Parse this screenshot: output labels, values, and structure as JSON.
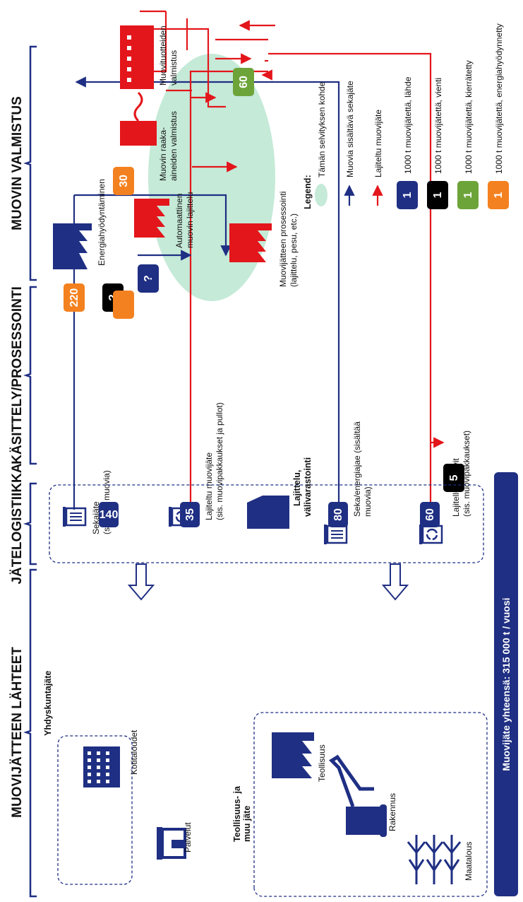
{
  "sections": {
    "lahteet": "MUOVIJÄTTEEN LÄHTEET",
    "logistiikka": "JÄTELOGISTIIKKA",
    "kasittely": "KÄSITTELY/PROSESSOINTI",
    "valmistus": "MUOVIN VALMISTUS"
  },
  "groups": {
    "yhdyskunta": "Yhdyskuntajäte",
    "teollisuus_line1": "Teollisuus- ja",
    "teollisuus_line2": "muu jäte"
  },
  "sources": {
    "kotitaloudet": "Kotitaloudet",
    "palvelut": "Palvelut",
    "teollisuus": "Teollisuus",
    "rakennus": "Rakennus",
    "maatalous": "Maatalous"
  },
  "bins": {
    "sekajate_1": "Sekajäte",
    "sekajate_2": "(sisältää muovia)",
    "lajiteltu_1": "Lajiteltu muovijäte",
    "lajiteltu_2": "(sis. muovipakkaukset ja pullot)",
    "sekaenergia_1": "Seka/energiajae (sisältää",
    "sekaenergia_2": "muovia)",
    "lajitellut_1": "Lajitellut muovit",
    "lajitellut_2": "(sis. muovipakkaukset)"
  },
  "flows": {
    "sekajate": "140",
    "lajiteltu": "35",
    "sekaenergia": "80",
    "lajitellut": "60",
    "energia": "220",
    "vienti_tuntematon": "?",
    "tuntematon_sininen": "?",
    "vienti": "5",
    "energia_prosessi": "30",
    "kierratetty": "60"
  },
  "logistics": {
    "line1": "Lajittelu,",
    "line2": "välivarastointi"
  },
  "processing": {
    "energia": "Energiahyödyntäminen",
    "auto_1": "Automaattinen",
    "auto_2": "muovin lajittelu",
    "prosessointi_1": "Muovijätteen prosessointi",
    "prosessointi_2": "(lajittelu, pesu, etc.)"
  },
  "manufacturing": {
    "raaka_1": "Muovin raaka-",
    "raaka_2": "aineiden valmistus",
    "tuotteet_1": "Muovituotteiden",
    "tuotteet_2": "valmistus"
  },
  "legend": {
    "title": "Legend:",
    "scope": "Tämän selvityksen kohde",
    "blue_arrow": "Muovia sisältävä sekajäte",
    "red_arrow": "Lajiteltu muovijäte",
    "box_value": "1",
    "box_navy": "1000 t muovijätettä, lähde",
    "box_black": "1000 t muovijätettä, vienti",
    "box_green": "1000 t muovijätettä, kierrätetty",
    "box_orange": "1000 t muovijätettä, energiahyödynnetty"
  },
  "total": "Muovijäte yhteensä: 315 000 t / vuosi",
  "colors": {
    "navy": "#1f2f83",
    "red": "#e3161b",
    "orange": "#f4811f",
    "green": "#6da43a",
    "black": "#000000",
    "mint": "#c5ead8"
  }
}
